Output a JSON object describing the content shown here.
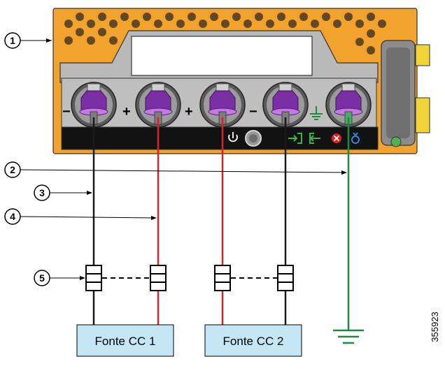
{
  "callouts": [
    "1",
    "2",
    "3",
    "4",
    "5"
  ],
  "polarity": [
    "−",
    "+",
    "+",
    "−"
  ],
  "sources": [
    "Fonte CC 1",
    "Fonte CC 2"
  ],
  "figure_id": "355923",
  "icons": [
    "power-icon",
    "status-button-icon",
    "input-ok-icon",
    "output-ok-icon",
    "fault-icon",
    "ground-icon"
  ],
  "colors": {
    "chassis": "#f1a32e",
    "wire_neg": "#1a1a1a",
    "wire_pos": "#d8232a",
    "wire_ground": "#1e8a3c",
    "source_box": "#c5e6f4",
    "terminal": "#7a2fa4"
  }
}
